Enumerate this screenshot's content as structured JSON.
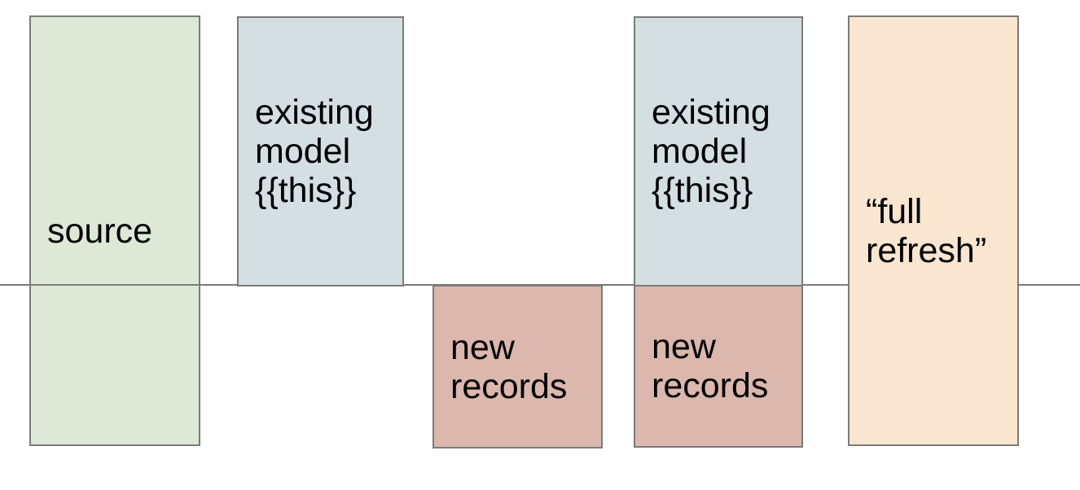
{
  "canvas": {
    "background": "#ffffff"
  },
  "divider": {
    "color": "#7b7b7b"
  },
  "style": {
    "box_border_color": "#7a7a7a",
    "text_color": "#000000"
  },
  "boxes": [
    {
      "name": "source",
      "label": "source",
      "fill": "#dde9d6"
    },
    {
      "name": "existing-model-left",
      "label": "existing model {{this}}",
      "fill": "#d3dfe3"
    },
    {
      "name": "new-records-left",
      "label": "new records",
      "fill": "#dcb7ae"
    },
    {
      "name": "existing-model-right",
      "label": "existing model {{this}}",
      "fill": "#d3dfe3"
    },
    {
      "name": "new-records-right",
      "label": "new records",
      "fill": "#dcb7ae"
    },
    {
      "name": "full-refresh",
      "label": "“full refresh”",
      "fill": "#f9e6d0"
    }
  ]
}
